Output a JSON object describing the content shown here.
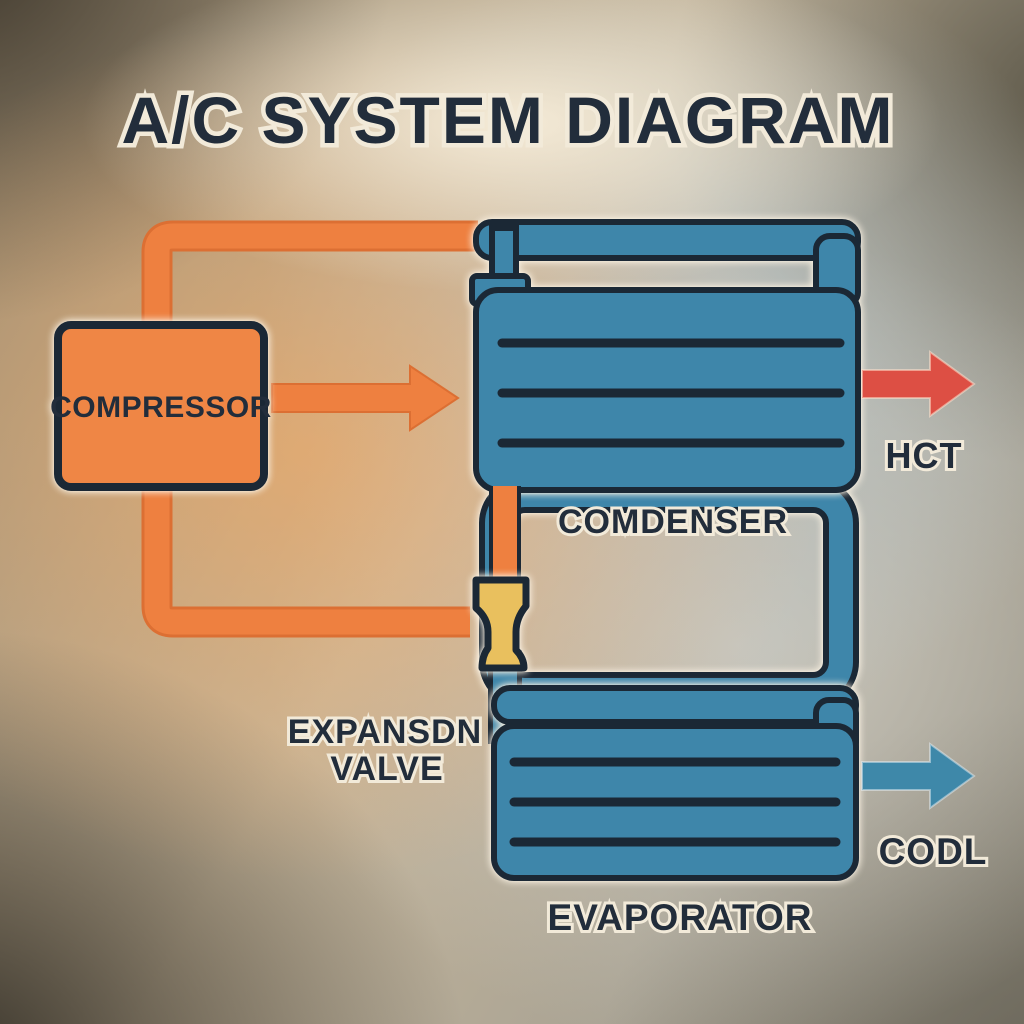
{
  "title": "A/C SYSTEM DIAGRAM",
  "components": {
    "compressor": {
      "label": "COMPRESSOR"
    },
    "condenser": {
      "label": "COMDENSER"
    },
    "expansion_valve": {
      "label_line1": "EXPANSDN",
      "label_line2": "VALVE"
    },
    "evaporator": {
      "label": "EVAPORATOR"
    }
  },
  "flows": {
    "hot_output": {
      "label": "HCT"
    },
    "cool_output": {
      "label": "CODL"
    }
  },
  "colors": {
    "pipe_orange": "#ee8040",
    "pipe_orange_edge": "#dc6f33",
    "compressor_fill": "#ef8645",
    "coil_blue": "#3e86aa",
    "coil_window": "#c3cbcb",
    "outline_dark": "#1b2835",
    "valve_yellow": "#e9c05e",
    "hot_arrow": "#dd4f44",
    "cool_arrow": "#3e88a9",
    "label_text": "#222d3b",
    "halo": "#f2ead9"
  }
}
